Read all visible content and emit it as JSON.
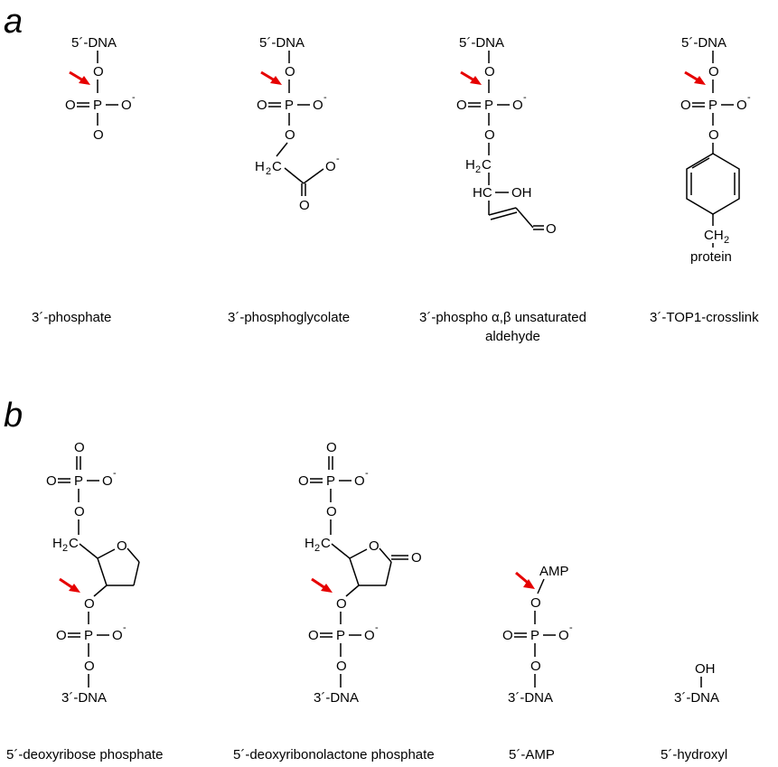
{
  "panels": [
    {
      "letter": "a",
      "structures": [
        {
          "label": "3´-phosphate",
          "top": "5´-DNA",
          "phosphate_P": "P",
          "phosphate_O": "O",
          "charge": "-"
        },
        {
          "label": "3´-phosphoglycolate",
          "top": "5´-DNA",
          "ch2": "H",
          "ch2_sub": "2",
          "ch2_c": "C"
        },
        {
          "label_line1": "3´-phospho α,β unsaturated",
          "label_line2": "aldehyde",
          "top": "5´-DNA",
          "hc": "HC",
          "oh": "OH"
        },
        {
          "label": "3´-TOP1-crosslink",
          "top": "5´-DNA",
          "ch2": "CH",
          "ch2_sub": "2",
          "protein": "protein"
        }
      ]
    },
    {
      "letter": "b",
      "structures": [
        {
          "label": "5´-deoxyribose phosphate",
          "bottom": "3´-DNA"
        },
        {
          "label": "5´-deoxyribonolactone phosphate",
          "bottom": "3´-DNA"
        },
        {
          "label": "5´-AMP",
          "bottom": "3´-DNA",
          "top": "AMP"
        },
        {
          "label": "5´-hydroxyl",
          "bottom": "3´-DNA",
          "top": "OH"
        }
      ]
    }
  ],
  "atoms": {
    "O": "O",
    "P": "P",
    "minus": "-",
    "eq": "=",
    "H": "H",
    "C": "C",
    "two": "2"
  },
  "colors": {
    "arrow": "#e60000",
    "ink": "#000000"
  }
}
